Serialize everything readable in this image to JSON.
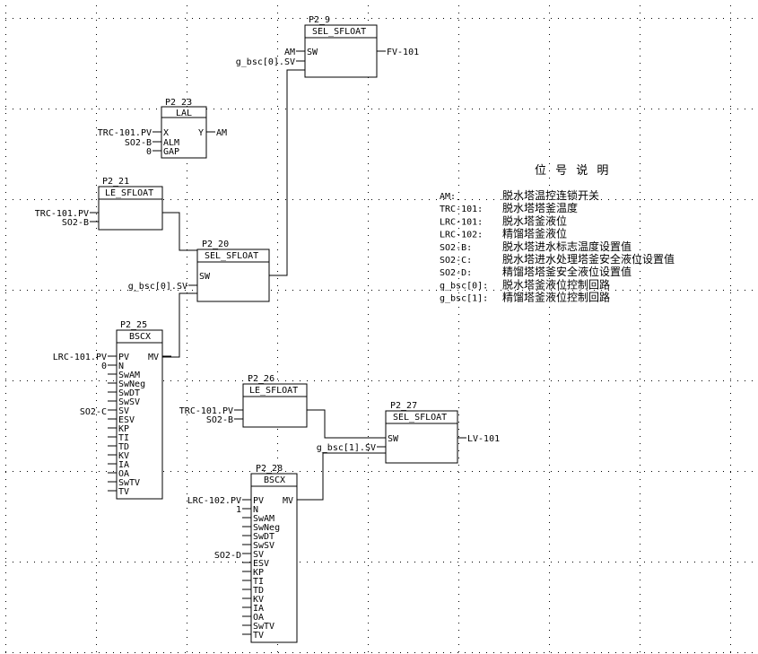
{
  "blocks": {
    "p2_9": {
      "label": "P2_9",
      "title": "SEL_SFLOAT",
      "pin_sw": "SW",
      "in_am": "AM",
      "in_gbsc": "g_bsc[0].SV",
      "out": "FV-101"
    },
    "p2_23": {
      "label": "P2_23",
      "title": "LAL",
      "pin_x": "X",
      "pin_alm": "ALM",
      "pin_gap": "GAP",
      "pin_y": "Y",
      "in_x": "TRC-101.PV",
      "in_alm": "SO2-B",
      "in_gap": "0",
      "out": "AM"
    },
    "p2_21": {
      "label": "P2_21",
      "title": "LE_SFLOAT",
      "in_a": "TRC-101.PV",
      "in_b": "SO2-B"
    },
    "p2_20": {
      "label": "P2_20",
      "title": "SEL_SFLOAT",
      "pin_sw": "SW",
      "in_gbsc": "g_bsc[0].SV"
    },
    "p2_25": {
      "label": "P2_25",
      "title": "BSCX",
      "pins": [
        "PV",
        "N",
        "SwAM",
        "SwNeg",
        "SwDT",
        "SwSV",
        "SV",
        "ESV",
        "KP",
        "TI",
        "TD",
        "KV",
        "IA",
        "OA",
        "SwTV",
        "TV"
      ],
      "pin_mv": "MV",
      "in_pv": "LRC-101.PV",
      "in_n": "0",
      "in_sv": "SO2-C"
    },
    "p2_26": {
      "label": "P2_26",
      "title": "LE_SFLOAT",
      "in_a": "TRC-101.PV",
      "in_b": "SO2-B"
    },
    "p2_27": {
      "label": "P2_27",
      "title": "SEL_SFLOAT",
      "pin_sw": "SW",
      "in_gbsc": "g_bsc[1].SV",
      "out": "LV-101"
    },
    "p2_28": {
      "label": "P2_28",
      "title": "BSCX",
      "pins": [
        "PV",
        "N",
        "SwAM",
        "SwNeg",
        "SwDT",
        "SwSV",
        "SV",
        "ESV",
        "KP",
        "TI",
        "TD",
        "KV",
        "IA",
        "OA",
        "SwTV",
        "TV"
      ],
      "pin_mv": "MV",
      "in_pv": "LRC-102.PV",
      "in_n": "1",
      "in_sv": "SO2-D"
    }
  },
  "legend": {
    "title": "位 号 说 明",
    "items": [
      {
        "tag": "AM:",
        "desc": "脱水塔温控连锁开关"
      },
      {
        "tag": "TRC-101:",
        "desc": "脱水塔塔釜温度"
      },
      {
        "tag": "LRC-101:",
        "desc": "脱水塔釜液位"
      },
      {
        "tag": "LRC-102:",
        "desc": "精馏塔釜液位"
      },
      {
        "tag": "SO2-B:",
        "desc": "脱水塔进水标志温度设置值"
      },
      {
        "tag": "SO2-C:",
        "desc": "脱水塔进水处理塔釜安全液位设置值"
      },
      {
        "tag": "SO2-D:",
        "desc": "精馏塔塔釜安全液位设置值"
      },
      {
        "tag": "g_bsc[0]:",
        "desc": "脱水塔釜液位控制回路"
      },
      {
        "tag": "g_bsc[1]:",
        "desc": "精馏塔釜液位控制回路"
      }
    ]
  }
}
